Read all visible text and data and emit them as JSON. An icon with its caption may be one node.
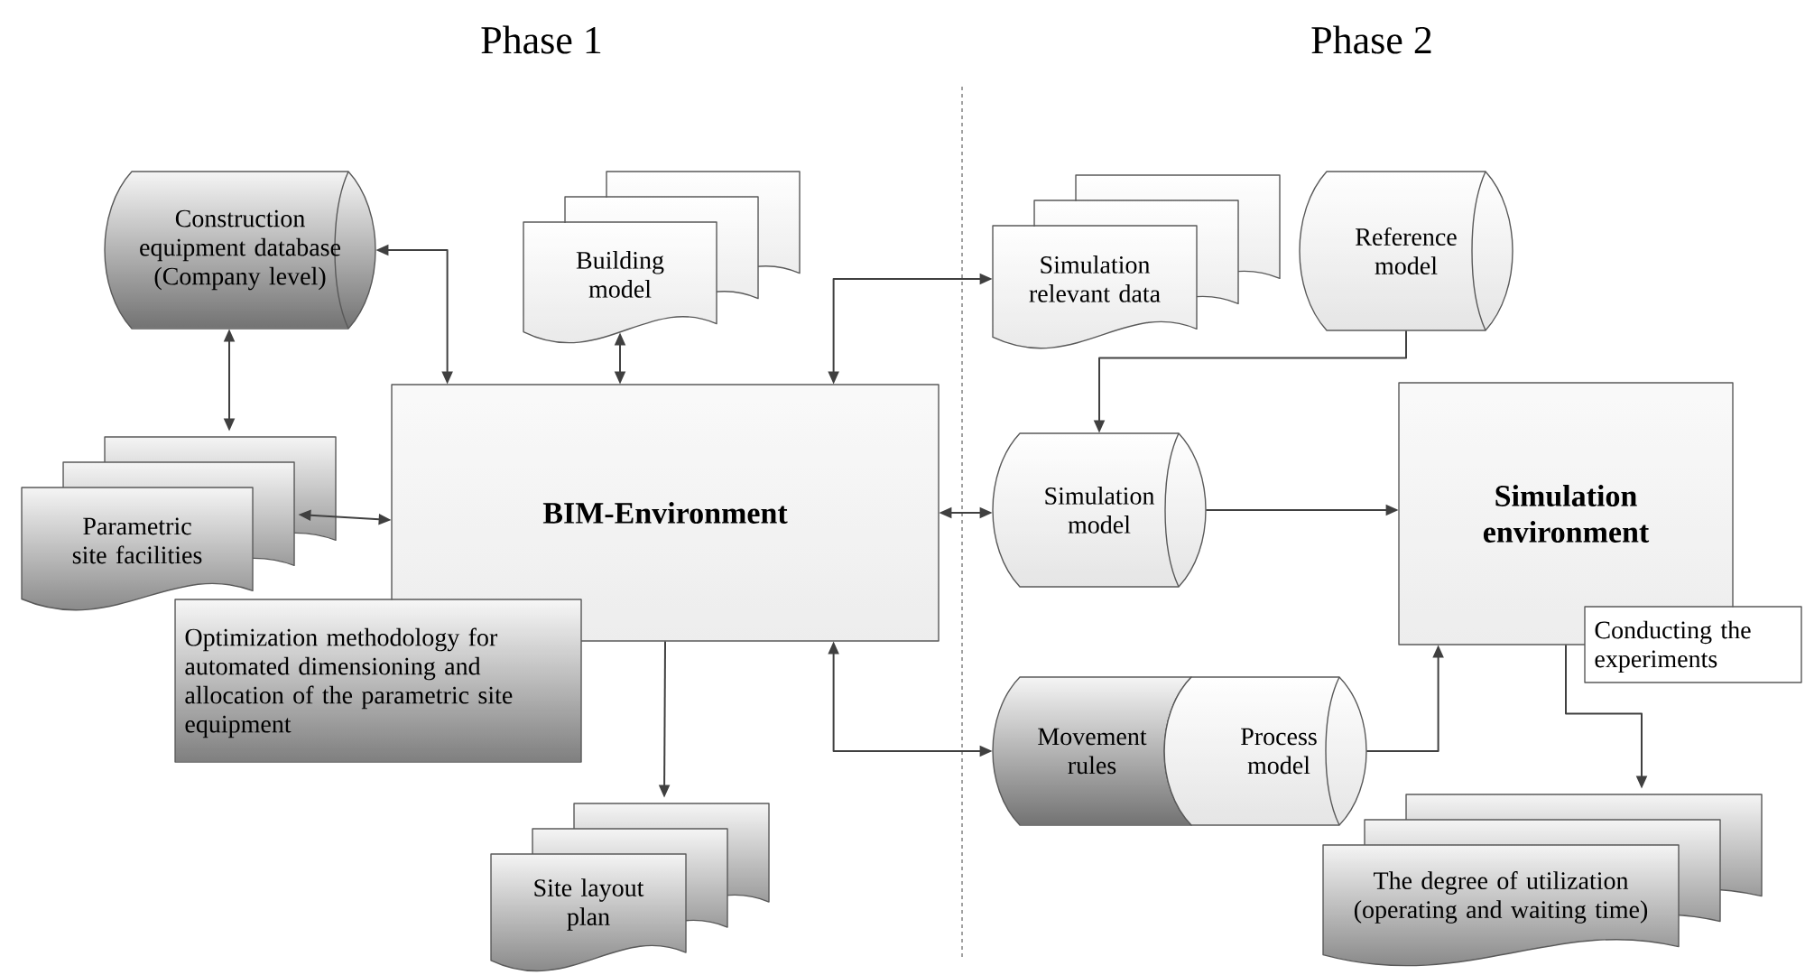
{
  "diagram": {
    "nodes": [
      {
        "text": [
          "Construction equipment database (Company level)"
        ]
      },
      {
        "text": [
          "Building model"
        ]
      },
      {
        "text": [
          "Parametric site facilities"
        ]
      },
      {
        "text": [
          "BIM-Environment"
        ]
      },
      {
        "text": [
          "Optimization methodology for automated dimensioning and allocation of the parametric site equipment"
        ]
      },
      {
        "text": [
          "Site layout plan"
        ]
      },
      {
        "text": [
          "Simulation relevant data"
        ]
      },
      {
        "text": [
          "Reference model"
        ]
      },
      {
        "text": [
          "Simulation model"
        ]
      },
      {
        "text": [
          "Movement rules"
        ]
      },
      {
        "text": [
          "Process model"
        ]
      },
      {
        "text": [
          "Simulation environment"
        ]
      },
      {
        "text": [
          "Conducting the experiments"
        ]
      },
      {
        "text": [
          "The degree of utilization (operating and waiting time)"
        ]
      }
    ],
    "edges": [
      {
        "from": 0,
        "to": 3,
        "arrow": "both"
      },
      {
        "from": 0,
        "to": 2,
        "arrow": "both"
      },
      {
        "from": 2,
        "to": 3,
        "arrow": "both"
      },
      {
        "from": 1,
        "to": 3,
        "arrow": "both"
      },
      {
        "from": 3,
        "to": 6,
        "arrow": "both"
      },
      {
        "from": 3,
        "to": 8,
        "arrow": "both"
      },
      {
        "from": 3,
        "to": 9,
        "arrow": "both"
      },
      {
        "from": 3,
        "to": 5,
        "arrow": "to"
      },
      {
        "from": 7,
        "to": 8,
        "arrow": "to"
      },
      {
        "from": 8,
        "to": 11,
        "arrow": "to"
      },
      {
        "from": 10,
        "to": 11,
        "arrow": "to"
      },
      {
        "from": 11,
        "to": 13,
        "arrow": "to"
      }
    ],
    "labels": [
      "Phase 1",
      "Phase 2"
    ]
  }
}
